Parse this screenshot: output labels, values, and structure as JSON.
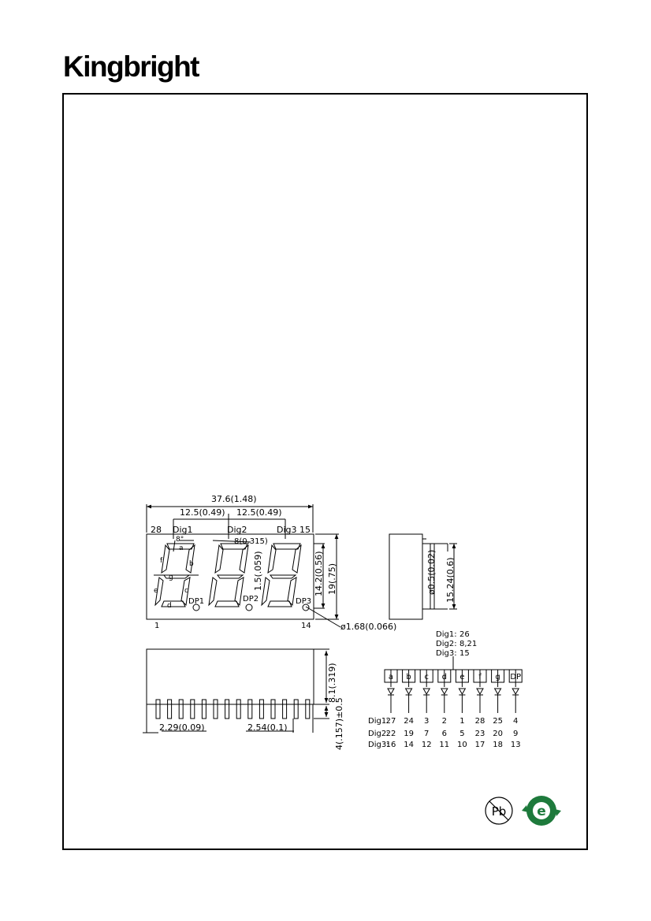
{
  "header": {
    "brand": "Kingbright"
  },
  "front_view": {
    "overall_width": "37.6(1.48)",
    "pitch_1": "12.5(0.49)",
    "pitch_2": "12.5(0.49)",
    "pin_28": "28",
    "pin_15": "15",
    "pin_1": "1",
    "pin_14": "14",
    "dig1": "Dig1",
    "dig2": "Dig2",
    "dig3": "Dig3",
    "slant": "8°",
    "seg_width": "8(0.315)",
    "seg_thickness": "1.5(.059)",
    "char_height": "14.2(0.56)",
    "body_height": "19(.75)",
    "dp1": "DP1",
    "dp2": "DP2",
    "dp3": "DP3",
    "dp_diameter": "ø1.68(0.066)",
    "seg_labels": {
      "a": "a",
      "b": "b",
      "c": "c",
      "d": "d",
      "e": "e",
      "f": "f",
      "g": "g"
    }
  },
  "side_view": {
    "pin_diameter": "ø0.5(0.02)",
    "row_spacing": "15.24(0.6)"
  },
  "bottom_view": {
    "pin_offset": "2.29(0.09)",
    "pin_pitch": "2.54(0.1)",
    "body_depth": "8.1(.319)",
    "pin_length": "4(.157)±0.5"
  },
  "schematic": {
    "common_pins": [
      {
        "label": "Dig1:",
        "pins": "26"
      },
      {
        "label": "Dig2:",
        "pins": "8,21"
      },
      {
        "label": "Dig3:",
        "pins": "15"
      }
    ],
    "segments": [
      "a",
      "b",
      "c",
      "d",
      "e",
      "f",
      "g",
      "DP"
    ],
    "rows": [
      {
        "label": "Dig1:",
        "pins": [
          "27",
          "24",
          "3",
          "2",
          "1",
          "28",
          "25",
          "4"
        ]
      },
      {
        "label": "Dig2:",
        "pins": [
          "22",
          "19",
          "7",
          "6",
          "5",
          "23",
          "20",
          "9"
        ]
      },
      {
        "label": "Dig3:",
        "pins": [
          "16",
          "14",
          "12",
          "11",
          "10",
          "17",
          "18",
          "13"
        ]
      }
    ]
  },
  "compliance": {
    "pb_symbol": "Pb",
    "rohs_symbol": "e"
  },
  "colors": {
    "line": "#000000",
    "rohs_green": "#1e7a3c"
  }
}
